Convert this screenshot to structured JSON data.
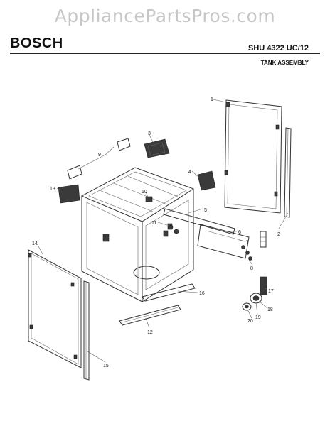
{
  "watermark": "AppliancePartsPros.com",
  "brand": "BOSCH",
  "model": "SHU 4322 UC/12",
  "section_title": "TANK ASSEMBLY",
  "callouts": [
    {
      "id": "1",
      "label": "1"
    },
    {
      "id": "2",
      "label": "2"
    },
    {
      "id": "3",
      "label": "3"
    },
    {
      "id": "4",
      "label": "4"
    },
    {
      "id": "5",
      "label": "5"
    },
    {
      "id": "6",
      "label": "6"
    },
    {
      "id": "7",
      "label": "7"
    },
    {
      "id": "8",
      "label": "8"
    },
    {
      "id": "9",
      "label": "9"
    },
    {
      "id": "10",
      "label": "10"
    },
    {
      "id": "11",
      "label": "11"
    },
    {
      "id": "12",
      "label": "12"
    },
    {
      "id": "13",
      "label": "13"
    },
    {
      "id": "14",
      "label": "14"
    },
    {
      "id": "15",
      "label": "15"
    },
    {
      "id": "16",
      "label": "16"
    },
    {
      "id": "17",
      "label": "17"
    },
    {
      "id": "18",
      "label": "18"
    },
    {
      "id": "19",
      "label": "19"
    },
    {
      "id": "20",
      "label": "20"
    }
  ]
}
